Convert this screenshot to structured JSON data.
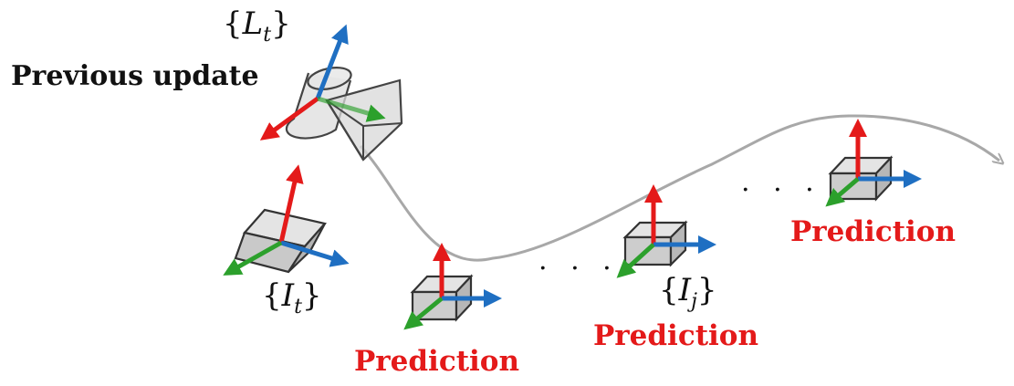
{
  "colors": {
    "x_axis": "#e41a1a",
    "y_axis": "#1f6fc2",
    "z_axis": "#2ca02c",
    "body_fill": "#d2d2d2",
    "body_stroke": "#333333",
    "trajectory": "#a8a8a8",
    "prediction_text": "#e41a1a",
    "text": "#111111"
  },
  "labels": {
    "previous_update": "Previous update",
    "prediction_1": "Prediction",
    "prediction_2": "Prediction",
    "prediction_3": "Prediction",
    "lidar_frame": {
      "open": "{",
      "symbol": "L",
      "sub": "t",
      "close": "}"
    },
    "imu_frame_t": {
      "open": "{",
      "symbol": "I",
      "sub": "t",
      "close": "}"
    },
    "imu_frame_j": {
      "open": "{",
      "symbol": "I",
      "sub": "j",
      "close": "}"
    },
    "ellipsis_1": ". . .",
    "ellipsis_2": ". . ."
  },
  "icons": [
    "lidar-sensor-icon",
    "camera-frustum-icon",
    "imu-box-icon",
    "coordinate-axes-icon",
    "trajectory-arrow-icon"
  ]
}
